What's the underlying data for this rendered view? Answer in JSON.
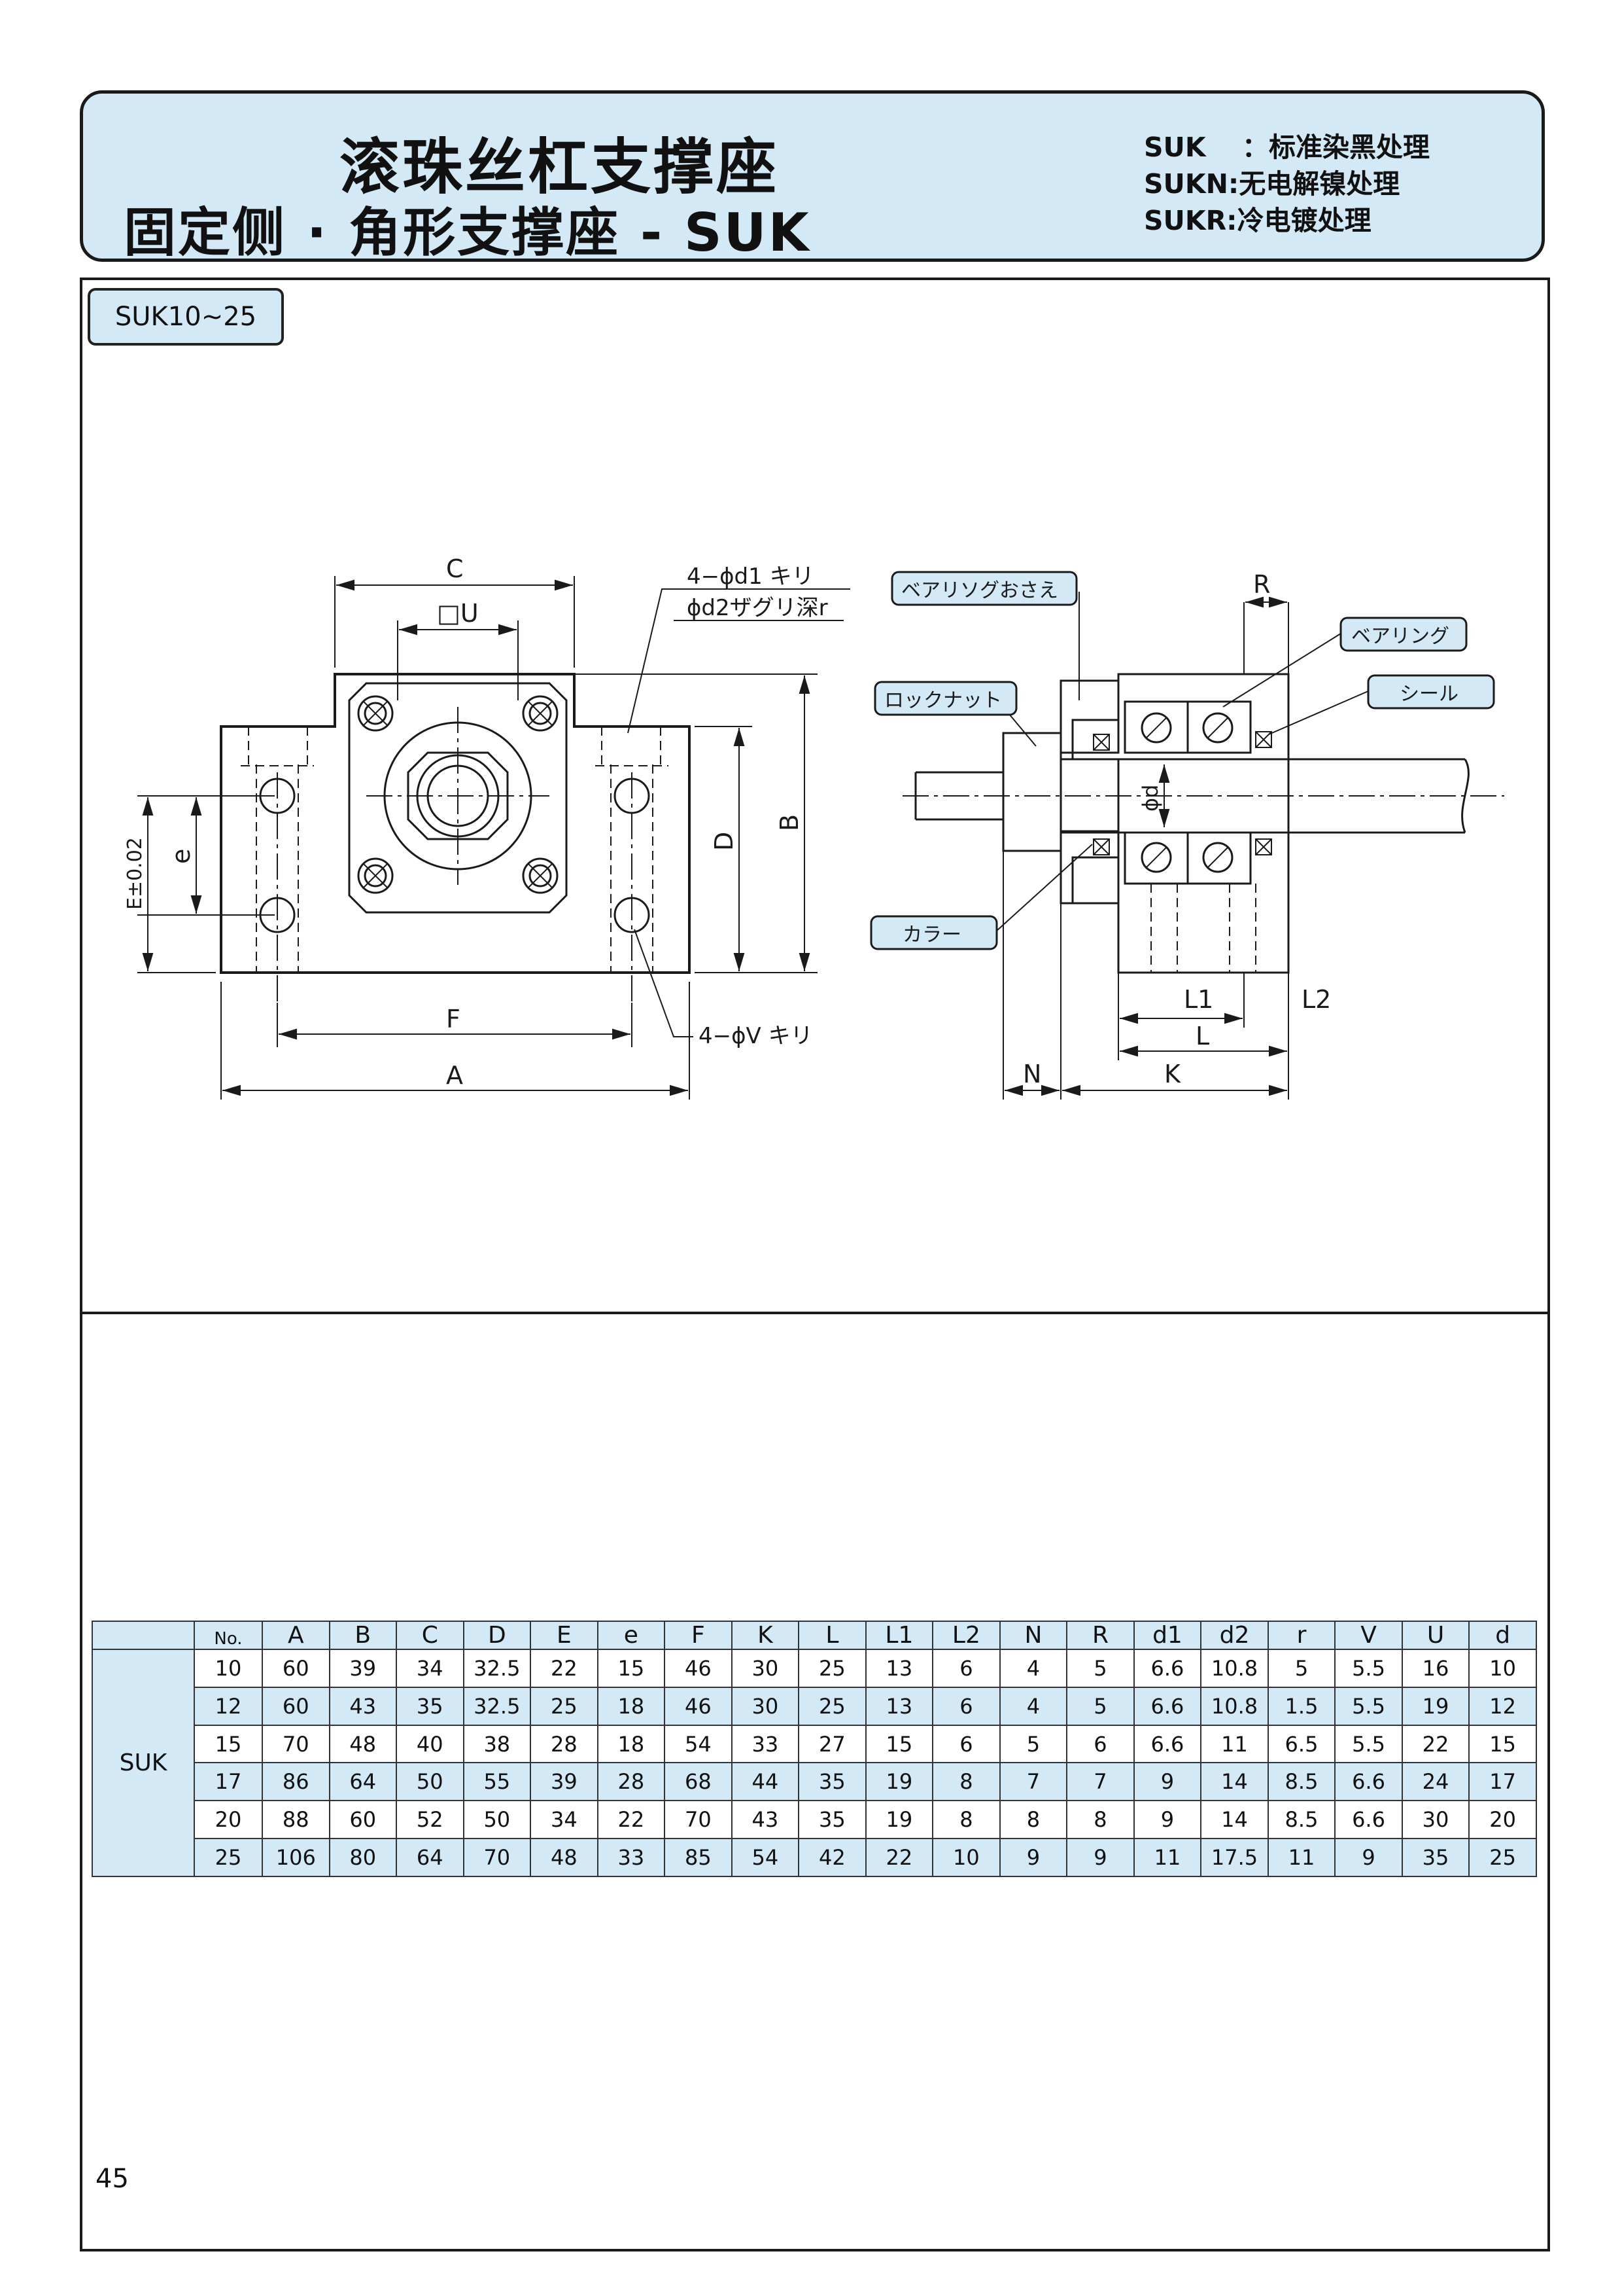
{
  "header": {
    "title_line1": "滚珠丝杠支撑座",
    "title_line2": "固定侧 · 角形支撑座 - SUK",
    "finishes": [
      {
        "code": "SUK",
        "sep": "：",
        "desc": "标准染黑处理"
      },
      {
        "code": "SUKN",
        "sep": ":",
        "desc": "无电解镍处理"
      },
      {
        "code": "SUKR",
        "sep": ":",
        "desc": "冷电镀处理"
      }
    ]
  },
  "series_label": "SUK10~25",
  "drawing": {
    "dim_C": "C",
    "dim_U": "□U",
    "dim_A": "A",
    "dim_F": "F",
    "dim_B": "B",
    "dim_D": "D",
    "dim_e": "e",
    "dim_E": "E±0.02",
    "hole_note1": "4−ϕd1 キリ",
    "hole_note2": "ϕd2ザグリ深r",
    "hole_note3": "4−ϕV キリ",
    "dim_R": "R",
    "dim_phi_d": "ϕd",
    "dim_L1": "L1",
    "dim_L2": "L2",
    "dim_L": "L",
    "dim_N": "N",
    "dim_K": "K",
    "callouts": {
      "bearing_retainer": "ベアリソグおさえ",
      "bearing": "ベアリング",
      "seal": "シール",
      "lock_nut": "ロックナット",
      "collar": "カラー"
    }
  },
  "table": {
    "series": "SUK",
    "no_label": "No.",
    "columns": [
      "A",
      "B",
      "C",
      "D",
      "E",
      "e",
      "F",
      "K",
      "L",
      "L1",
      "L2",
      "N",
      "R",
      "d1",
      "d2",
      "r",
      "V",
      "U",
      "d"
    ],
    "rows": [
      [
        "10",
        "60",
        "39",
        "34",
        "32.5",
        "22",
        "15",
        "46",
        "30",
        "25",
        "13",
        "6",
        "4",
        "5",
        "6.6",
        "10.8",
        "5",
        "5.5",
        "16",
        "10"
      ],
      [
        "12",
        "60",
        "43",
        "35",
        "32.5",
        "25",
        "18",
        "46",
        "30",
        "25",
        "13",
        "6",
        "4",
        "5",
        "6.6",
        "10.8",
        "1.5",
        "5.5",
        "19",
        "12"
      ],
      [
        "15",
        "70",
        "48",
        "40",
        "38",
        "28",
        "18",
        "54",
        "33",
        "27",
        "15",
        "6",
        "5",
        "6",
        "6.6",
        "11",
        "6.5",
        "5.5",
        "22",
        "15"
      ],
      [
        "17",
        "86",
        "64",
        "50",
        "55",
        "39",
        "28",
        "68",
        "44",
        "35",
        "19",
        "8",
        "7",
        "7",
        "9",
        "14",
        "8.5",
        "6.6",
        "24",
        "17"
      ],
      [
        "20",
        "88",
        "60",
        "52",
        "50",
        "34",
        "22",
        "70",
        "43",
        "35",
        "19",
        "8",
        "8",
        "8",
        "9",
        "14",
        "8.5",
        "6.6",
        "30",
        "20"
      ],
      [
        "25",
        "106",
        "80",
        "64",
        "70",
        "48",
        "33",
        "85",
        "54",
        "42",
        "22",
        "10",
        "9",
        "9",
        "11",
        "17.5",
        "11",
        "9",
        "35",
        "25"
      ]
    ]
  },
  "page_number": "45",
  "colors": {
    "accent_fill": "#d3e9f6",
    "line": "#1a1a1a"
  }
}
